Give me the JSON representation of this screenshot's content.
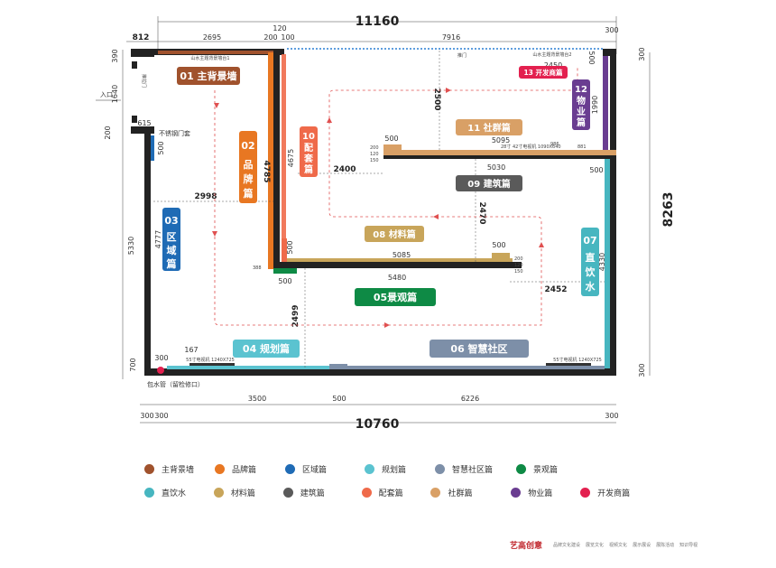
{
  "dimensions": {
    "top_total": "11160",
    "top_segments": [
      "812",
      "2695",
      "120",
      "200",
      "100",
      "7916",
      "300"
    ],
    "left_side": [
      "390",
      "1640",
      "615",
      "200",
      "500",
      "5330",
      "4777",
      "700",
      "300"
    ],
    "right_total": "8263",
    "right_side": [
      "300",
      "1990",
      "4330",
      "300"
    ],
    "bottom_total": "10760",
    "bottom_segments": [
      "300",
      "300",
      "3500",
      "500",
      "6226",
      "300"
    ],
    "interior": [
      "2998",
      "4785",
      "4675",
      "2400",
      "2500",
      "5095",
      "5030",
      "2470",
      "500",
      "5085",
      "5480",
      "500",
      "2452",
      "2499",
      "167",
      "2450",
      "500",
      "500",
      "500",
      "500"
    ]
  },
  "labels": {
    "entrance": "入口",
    "sliding_door": "推拉门",
    "steel_door": "不锈钢门套",
    "wall1": "山水主题背景墙台1",
    "wall2": "山水主题背景墙台2",
    "water_pipe": "包水管（留检修口）",
    "tv_left": "55寸电视机 1240X725",
    "tv_right": "55寸电视机 1240X725",
    "door_note": "推门",
    "tv_small": "28寸 42寸电视机 1090X640",
    "small_vals": [
      "200",
      "120",
      "150",
      "986",
      "881",
      "200",
      "120",
      "150",
      "388"
    ]
  },
  "zones": [
    {
      "id": "z01",
      "label": "01 主背景墙",
      "color": "#a0522d"
    },
    {
      "id": "z02",
      "label": "02 品牌篇",
      "color": "#e87722"
    },
    {
      "id": "z03",
      "label": "03 区域篇",
      "color": "#1f6bb5"
    },
    {
      "id": "z04",
      "label": "04 规划篇",
      "color": "#5bc3d0"
    },
    {
      "id": "z05",
      "label": "05景观篇",
      "color": "#0e8a45"
    },
    {
      "id": "z06",
      "label": "06 智慧社区",
      "color": "#7d8fa8"
    },
    {
      "id": "z07",
      "label": "07 直饮水",
      "color": "#47b6c0"
    },
    {
      "id": "z08",
      "label": "08 材料篇",
      "color": "#c8a55a"
    },
    {
      "id": "z09",
      "label": "09 建筑篇",
      "color": "#5a5a5a"
    },
    {
      "id": "z10",
      "label": "10 配套篇",
      "color": "#ef6a4a"
    },
    {
      "id": "z11",
      "label": "11 社群篇",
      "color": "#d9a066"
    },
    {
      "id": "z12",
      "label": "12 物业篇",
      "color": "#6a3d91"
    },
    {
      "id": "z13",
      "label": "13 开发商篇",
      "color": "#e3204f"
    }
  ],
  "legend": [
    [
      {
        "label": "主背景墙",
        "color": "#a0522d"
      },
      {
        "label": "品牌篇",
        "color": "#e87722"
      },
      {
        "label": "区域篇",
        "color": "#1f6bb5"
      },
      {
        "label": "规划篇",
        "color": "#5bc3d0"
      },
      {
        "label": "智慧社区篇",
        "color": "#7d8fa8"
      },
      {
        "label": "景观篇",
        "color": "#0e8a45"
      }
    ],
    [
      {
        "label": "直饮水",
        "color": "#47b6c0"
      },
      {
        "label": "材料篇",
        "color": "#c8a55a"
      },
      {
        "label": "建筑篇",
        "color": "#5a5a5a"
      },
      {
        "label": "配套篇",
        "color": "#ef6a4a"
      },
      {
        "label": "社群篇",
        "color": "#d9a066"
      },
      {
        "label": "物业篇",
        "color": "#6a3d91"
      },
      {
        "label": "开发商篇",
        "color": "#e3204f"
      }
    ]
  ],
  "footer": {
    "logo": "艺高创意",
    "items": [
      "品牌文化建设",
      "展览文化",
      "视频文化",
      "展示展设",
      "展陈活动",
      "知识导视"
    ]
  },
  "colors": {
    "wall": "#222222",
    "route": "#e05050",
    "dashed_line": "#2a7fd4"
  }
}
